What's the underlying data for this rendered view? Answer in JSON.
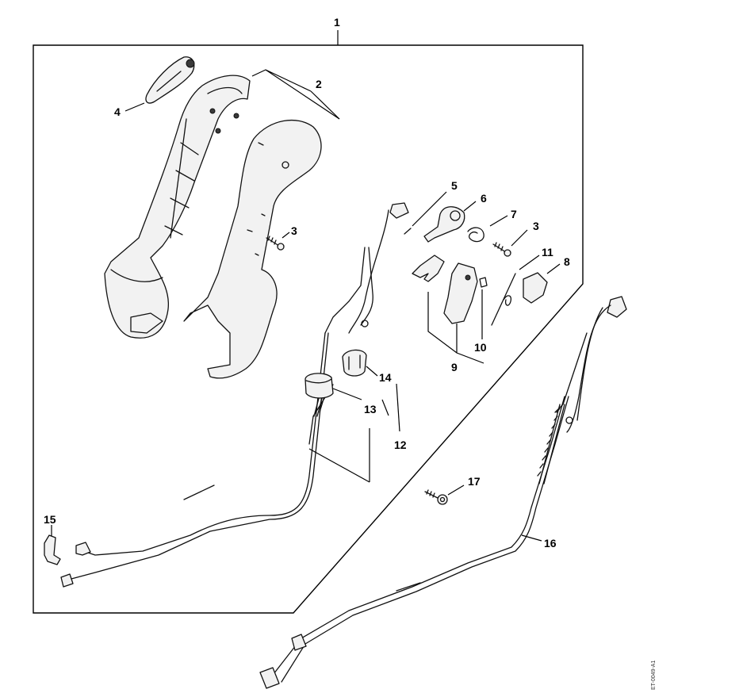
{
  "diagram": {
    "reference_code": "ET-0049-A1",
    "callouts": [
      "1",
      "2",
      "3",
      "4",
      "5",
      "6",
      "7",
      "3",
      "11",
      "8",
      "9",
      "10",
      "14",
      "13",
      "12",
      "15",
      "16",
      "17"
    ],
    "parts": [
      {
        "id": "housing-shell",
        "number": "2"
      },
      {
        "id": "handle-cover",
        "number": "2"
      },
      {
        "id": "screw-left",
        "number": "3"
      },
      {
        "id": "screw-right",
        "number": "3"
      },
      {
        "id": "clip",
        "number": "4"
      },
      {
        "id": "pin",
        "number": "5"
      },
      {
        "id": "trigger-switch",
        "number": "6"
      },
      {
        "id": "torsion-spring",
        "number": "7"
      },
      {
        "id": "lock-lever",
        "number": "8"
      },
      {
        "id": "trigger-set",
        "number": "9"
      },
      {
        "id": "small-spring",
        "number": "10"
      },
      {
        "id": "coil-spring",
        "number": "11"
      },
      {
        "id": "cable-set",
        "number": "12"
      },
      {
        "id": "grommet",
        "number": "13"
      },
      {
        "id": "sleeve",
        "number": "14"
      },
      {
        "id": "clamp",
        "number": "15"
      },
      {
        "id": "cable-harness",
        "number": "16"
      },
      {
        "id": "screw-collar",
        "number": "17"
      }
    ]
  }
}
